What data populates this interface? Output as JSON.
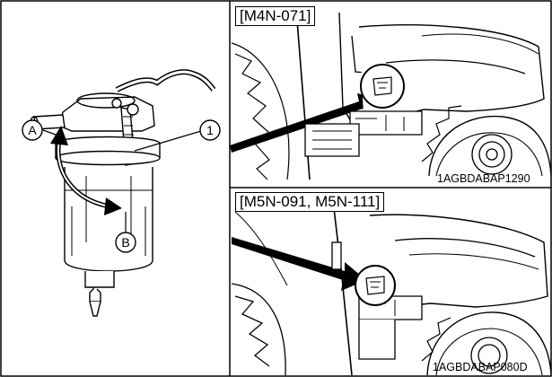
{
  "panels": {
    "filter": {
      "callouts": {
        "num1": "1",
        "a": "A",
        "b": "B"
      }
    },
    "top": {
      "model_label": "[M4N-071]",
      "image_code": "1AGBDABAP1290"
    },
    "bottom": {
      "model_label": "[M5N-091, M5N-111]",
      "image_code": "1AGBDABAP080D"
    }
  },
  "colors": {
    "line": "#000000",
    "background": "#ffffff"
  }
}
